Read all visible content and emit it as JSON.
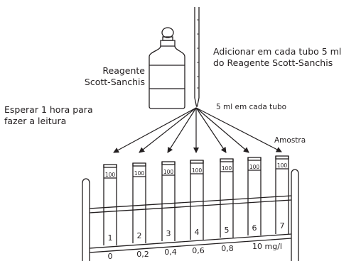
{
  "reagent": {
    "name_line1": "Reagente",
    "name_line2": "Scott-Sanchis"
  },
  "instruction_add": {
    "line1": "Adicionar  em cada tubo 5 ml",
    "line2": "do Reagente Scott-Sanchis"
  },
  "instruction_wait": {
    "line1": "Esperar 1 hora para",
    "line2": "fazer a leitura"
  },
  "pipette_label": "5 ml em cada tubo",
  "sample_label": "Amostra",
  "tube_mark": "100",
  "tubes": [
    {
      "number": "1",
      "concentration": "0"
    },
    {
      "number": "2",
      "concentration": "0,2"
    },
    {
      "number": "3",
      "concentration": "0,4"
    },
    {
      "number": "4",
      "concentration": "0,6"
    },
    {
      "number": "5",
      "concentration": "0,8"
    },
    {
      "number": "6",
      "concentration": ""
    },
    {
      "number": "7",
      "concentration": ""
    }
  ],
  "final_concentration": "10 mg/l",
  "colors": {
    "ink": "#231f20",
    "background": "#ffffff"
  }
}
